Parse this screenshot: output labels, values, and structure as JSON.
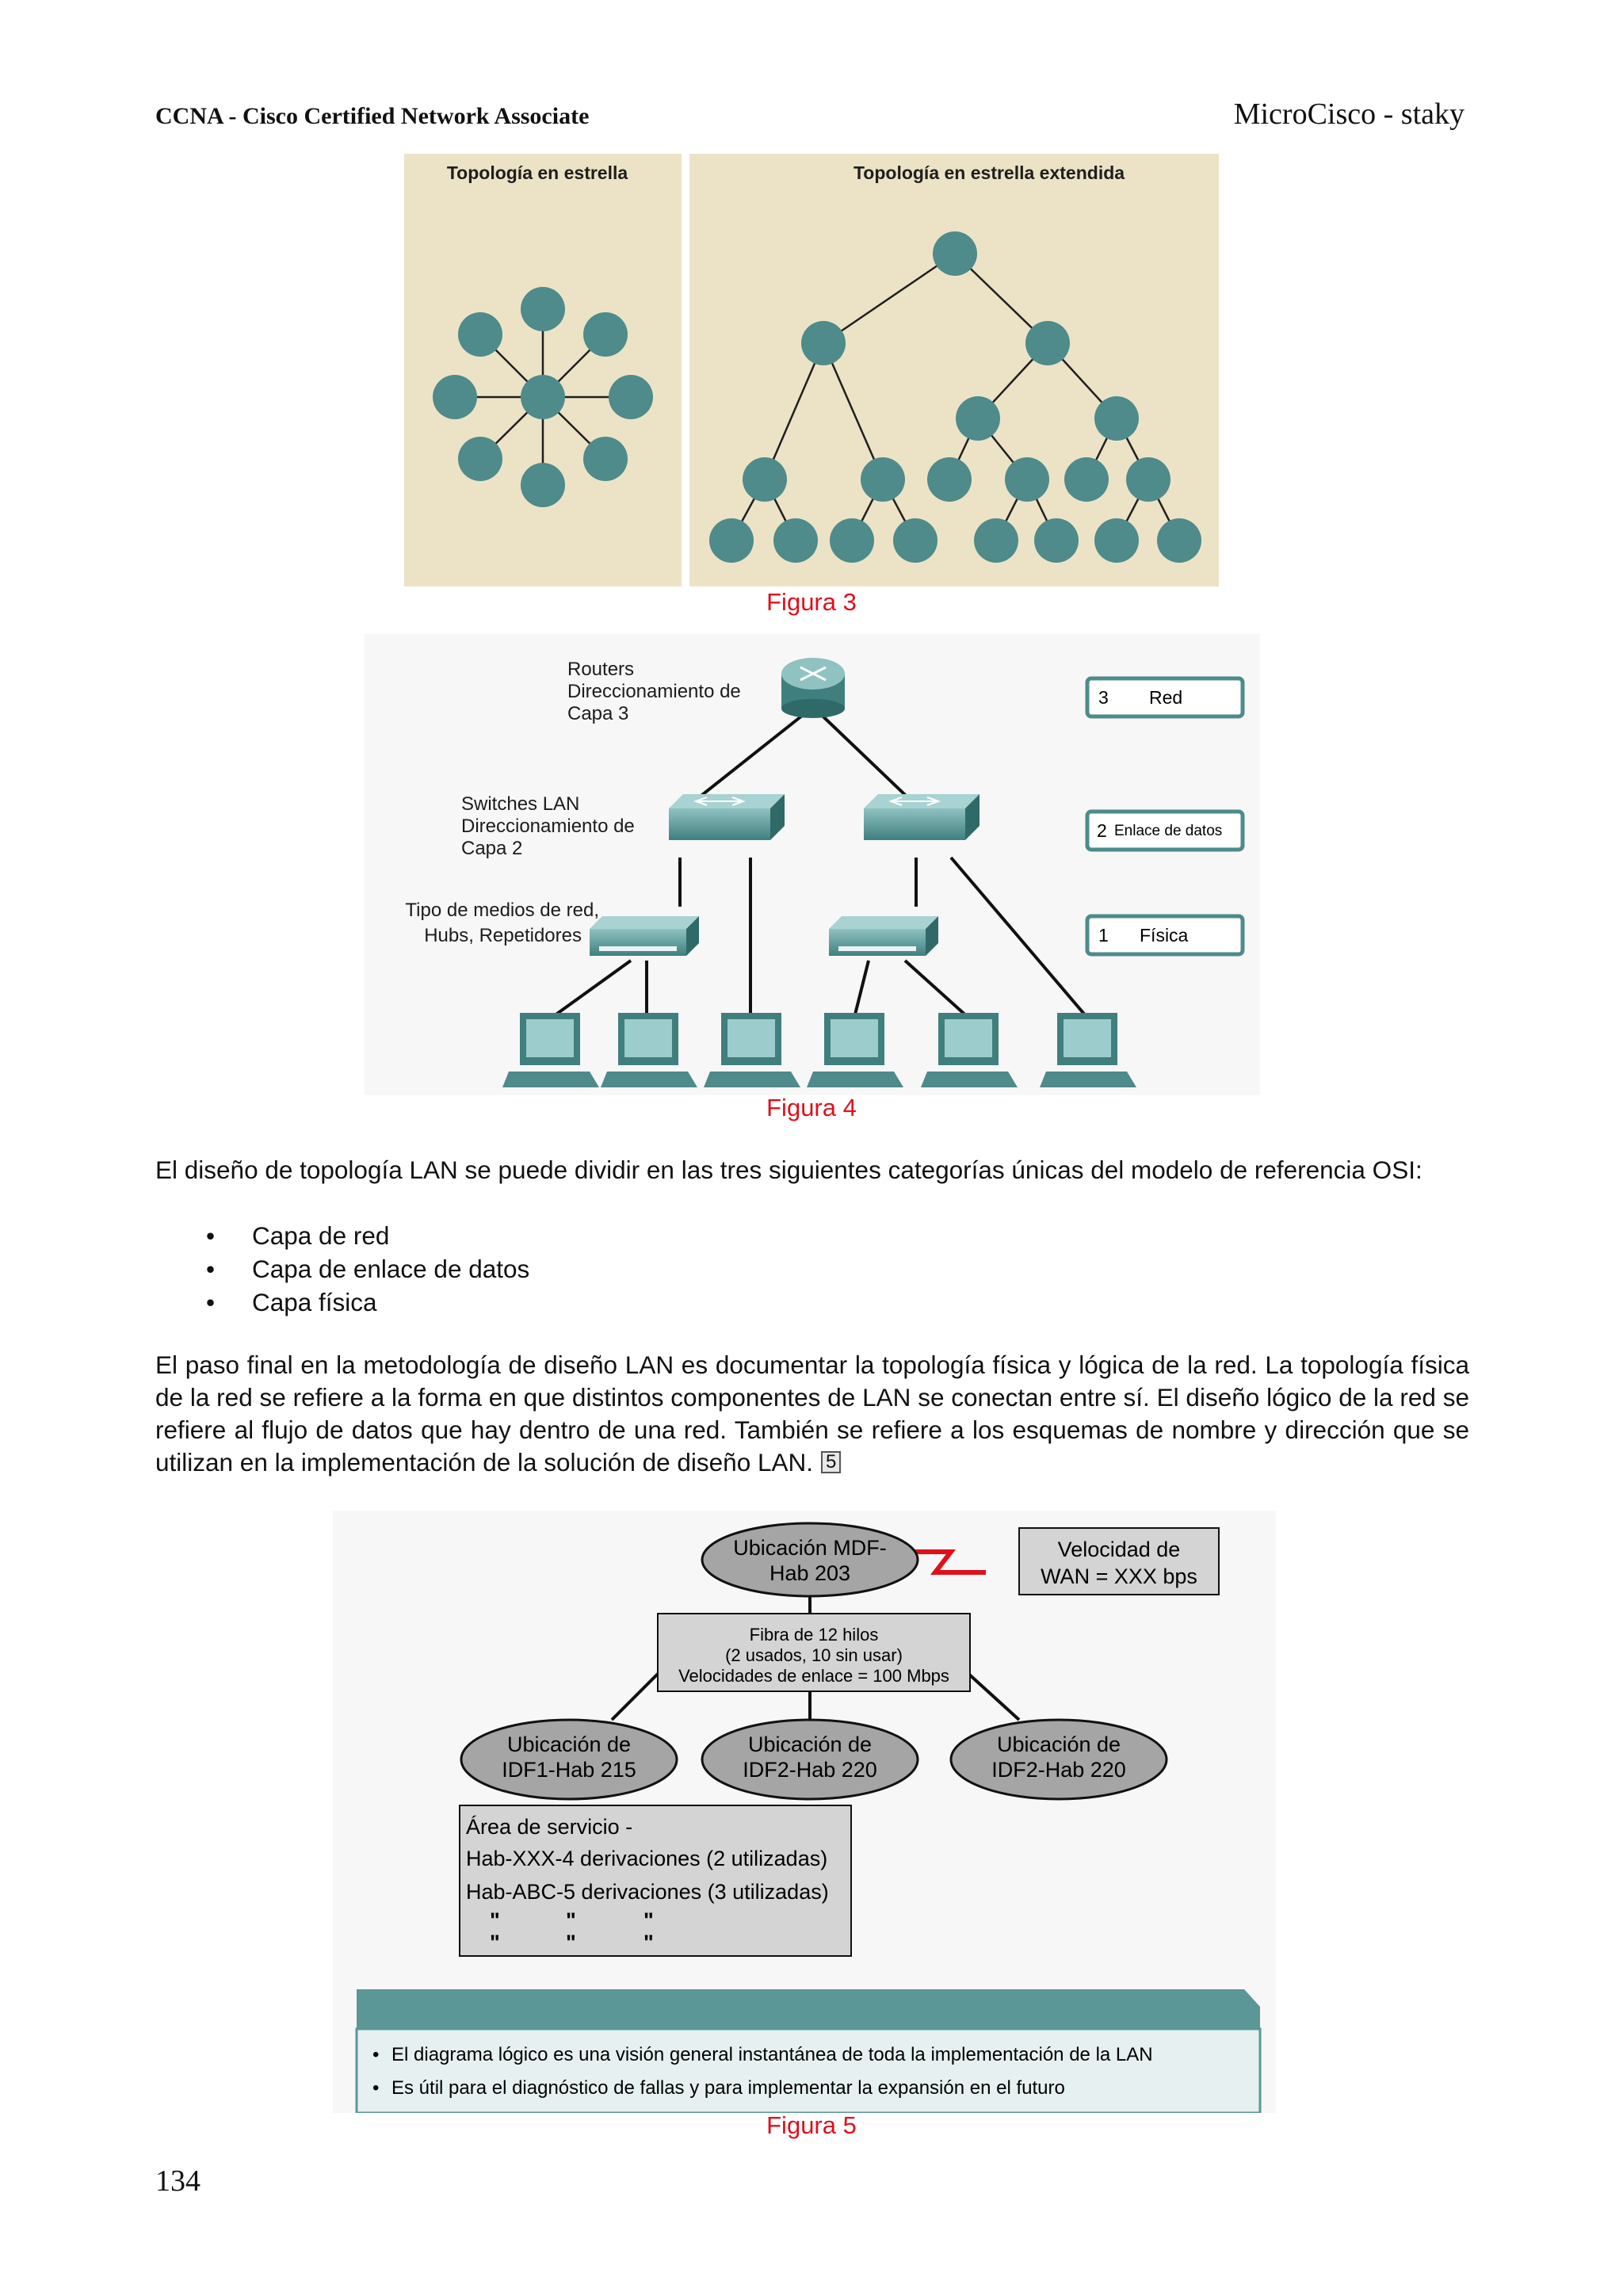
{
  "header": {
    "left": "CCNA - Cisco Certified Network Associate",
    "right": "MicroCisco - staky"
  },
  "figure3": {
    "caption": "Figura 3",
    "left_title": "Topología en estrella",
    "right_title": "Topología en estrella extendida"
  },
  "figure4": {
    "caption": "Figura 4",
    "routers_label": [
      "Routers",
      "Direccionamiento de",
      "Capa 3"
    ],
    "switches_label": [
      "Switches LAN",
      "Direccionamiento de",
      "Capa 2"
    ],
    "media_label": [
      "Tipo de medios de red,",
      "Hubs, Repetidores"
    ],
    "layers": [
      {
        "num": "3",
        "name": "Red"
      },
      {
        "num": "2",
        "name": "Enlace de datos"
      },
      {
        "num": "1",
        "name": "Física"
      }
    ]
  },
  "paragraph1": "El diseño de topología LAN se puede dividir en las tres siguientes categorías únicas del modelo de referencia OSI:",
  "bullets": [
    "Capa de red",
    "Capa de enlace de datos",
    "Capa física"
  ],
  "paragraph2": "El paso final en la metodología de diseño LAN es documentar la topología física y lógica de la red. La topología física de la red se refiere a la forma en que distintos componentes de LAN se conectan entre sí. El diseño lógico de la red se refiere al flujo de datos que hay dentro de una red. También se refiere a los esquemas de nombre y dirección que se utilizan en la implementación de la solución de diseño LAN.",
  "ref_mark": "5",
  "figure5": {
    "caption": "Figura 5",
    "mdf": [
      "Ubicación MDF-",
      "Hab 203"
    ],
    "wan": [
      "Velocidad de",
      "WAN = XXX bps"
    ],
    "fiber": [
      "Fibra de 12 hilos",
      "(2 usados, 10 sin usar)",
      "Velocidades de enlace = 100 Mbps"
    ],
    "idf": [
      [
        "Ubicación de",
        "IDF1-Hab 215"
      ],
      [
        "Ubicación de",
        "IDF2-Hab 220"
      ],
      [
        "Ubicación de",
        "IDF2-Hab 220"
      ]
    ],
    "service": [
      "Área de servicio -",
      "Hab-XXX-4 derivaciones (2 utilizadas)",
      "Hab-ABC-5 derivaciones (3 utilizadas)"
    ],
    "ditto": "\"",
    "notes": [
      "El diagrama lógico es una visión general instantánea de toda la implementación de la LAN",
      "Es útil para el diagnóstico de fallas y para implementar la expansión en el futuro"
    ]
  },
  "page_number": "134"
}
